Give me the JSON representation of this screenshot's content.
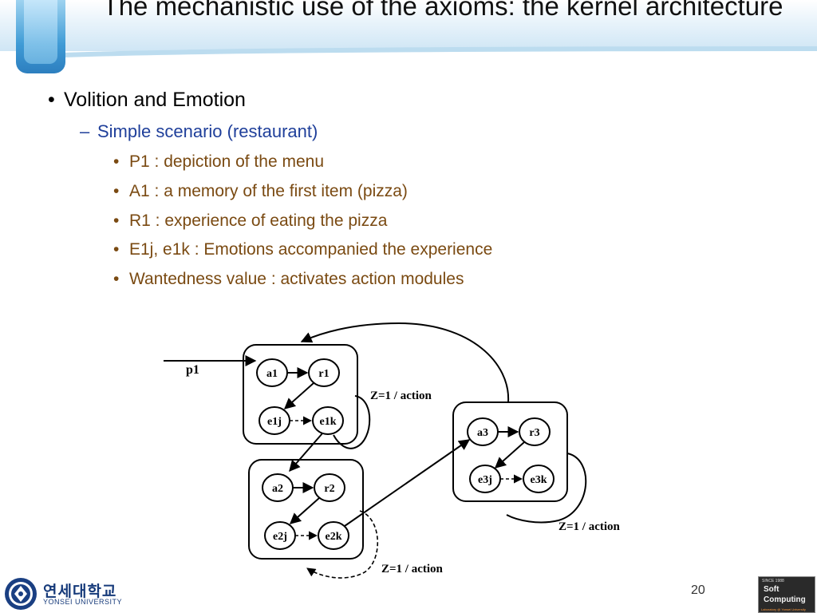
{
  "slide": {
    "title": "The mechanistic use of the axioms: the kernel architecture",
    "bullets": {
      "level1": "Volition and Emotion",
      "level2": "Simple scenario (restaurant)",
      "level3": [
        "P1 : depiction of the menu",
        "A1 : a memory of the first item (pizza)",
        "R1 : experience of eating the pizza",
        "E1j, e1k : Emotions accompanied the experience",
        "Wantedness value : activates action modules"
      ],
      "marks": {
        "dot": "•",
        "dash": "–"
      }
    },
    "diagram": {
      "input_label": "p1",
      "modules": [
        {
          "nodes": [
            "a1",
            "r1",
            "e1j",
            "e1k"
          ],
          "loop_label": "Z=1 / action"
        },
        {
          "nodes": [
            "a2",
            "r2",
            "e2j",
            "e2k"
          ],
          "loop_label": "Z=1 / action"
        },
        {
          "nodes": [
            "a3",
            "r3",
            "e3j",
            "e3k"
          ],
          "loop_label": "Z=1 / action"
        }
      ]
    },
    "footer": {
      "page_number": "20",
      "university_kr": "연세대학교",
      "university_en": "YONSEI UNIVERSITY",
      "lab_logo": {
        "since": "SINCE 1988",
        "line1": "Soft",
        "line2": "Computing",
        "sub": "Laboratory @ Yonsei University"
      }
    }
  }
}
